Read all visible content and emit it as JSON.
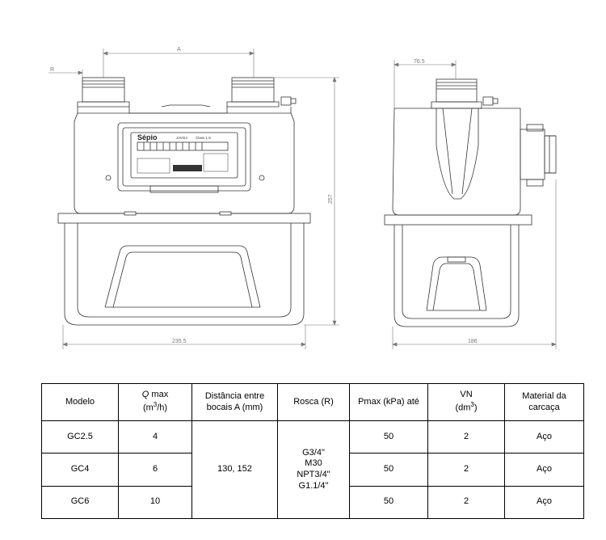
{
  "drawing": {
    "brand": "Sépio",
    "plate_model": "JAVG4",
    "plate_class": "Class 1.5",
    "dimensions": {
      "a_label": "A",
      "r_label": "R",
      "front_width": "235.5",
      "side_depth": "186",
      "side_offset": "76.5",
      "height": "257"
    }
  },
  "table": {
    "headers": {
      "modelo": "Modelo",
      "qmax_symbol": "Q",
      "qmax_word": "max",
      "qmax_unit_pre": "(m",
      "qmax_unit_exp": "3",
      "qmax_unit_post": "/h)",
      "distancia": "Distância entre bocais A (mm)",
      "rosca": "Rosca (R)",
      "pmax": "Pmax (kPa) até",
      "vn": "VN",
      "vn_unit_pre": "(dm",
      "vn_unit_exp": "3",
      "vn_unit_post": ")",
      "material": "Material da carcaça"
    },
    "rows": [
      {
        "modelo": "GC2.5",
        "qmax": "4",
        "pmax": "50",
        "vn": "2",
        "material": "Aço"
      },
      {
        "modelo": "GC4",
        "qmax": "6",
        "pmax": "50",
        "vn": "2",
        "material": "Aço"
      },
      {
        "modelo": "GC6",
        "qmax": "10",
        "pmax": "50",
        "vn": "2",
        "material": "Aço"
      }
    ],
    "distancia_value": "130, 152",
    "rosca_value": "G3/4\"\nM30\nNPT3/4\"\nG1.1/4\""
  }
}
